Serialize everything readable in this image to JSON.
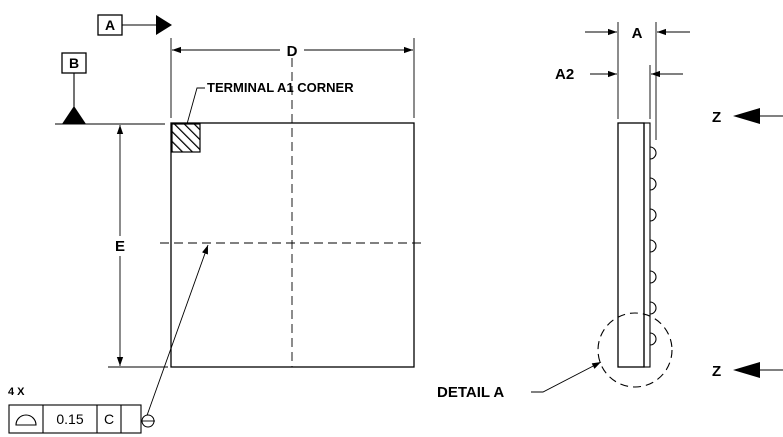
{
  "datum_labels": {
    "a": "A",
    "b": "B"
  },
  "dimensions": {
    "d": "D",
    "e": "E",
    "a": "A",
    "a2": "A2"
  },
  "notes": {
    "terminal": "TERMINAL A1 CORNER",
    "detail": "DETAIL A",
    "view_z_top": "Z",
    "view_z_bottom": "Z"
  },
  "feature_control_frame": {
    "count": "4 X",
    "symbol": "profile-of-surface",
    "tolerance": "0.15",
    "datum": "C"
  }
}
